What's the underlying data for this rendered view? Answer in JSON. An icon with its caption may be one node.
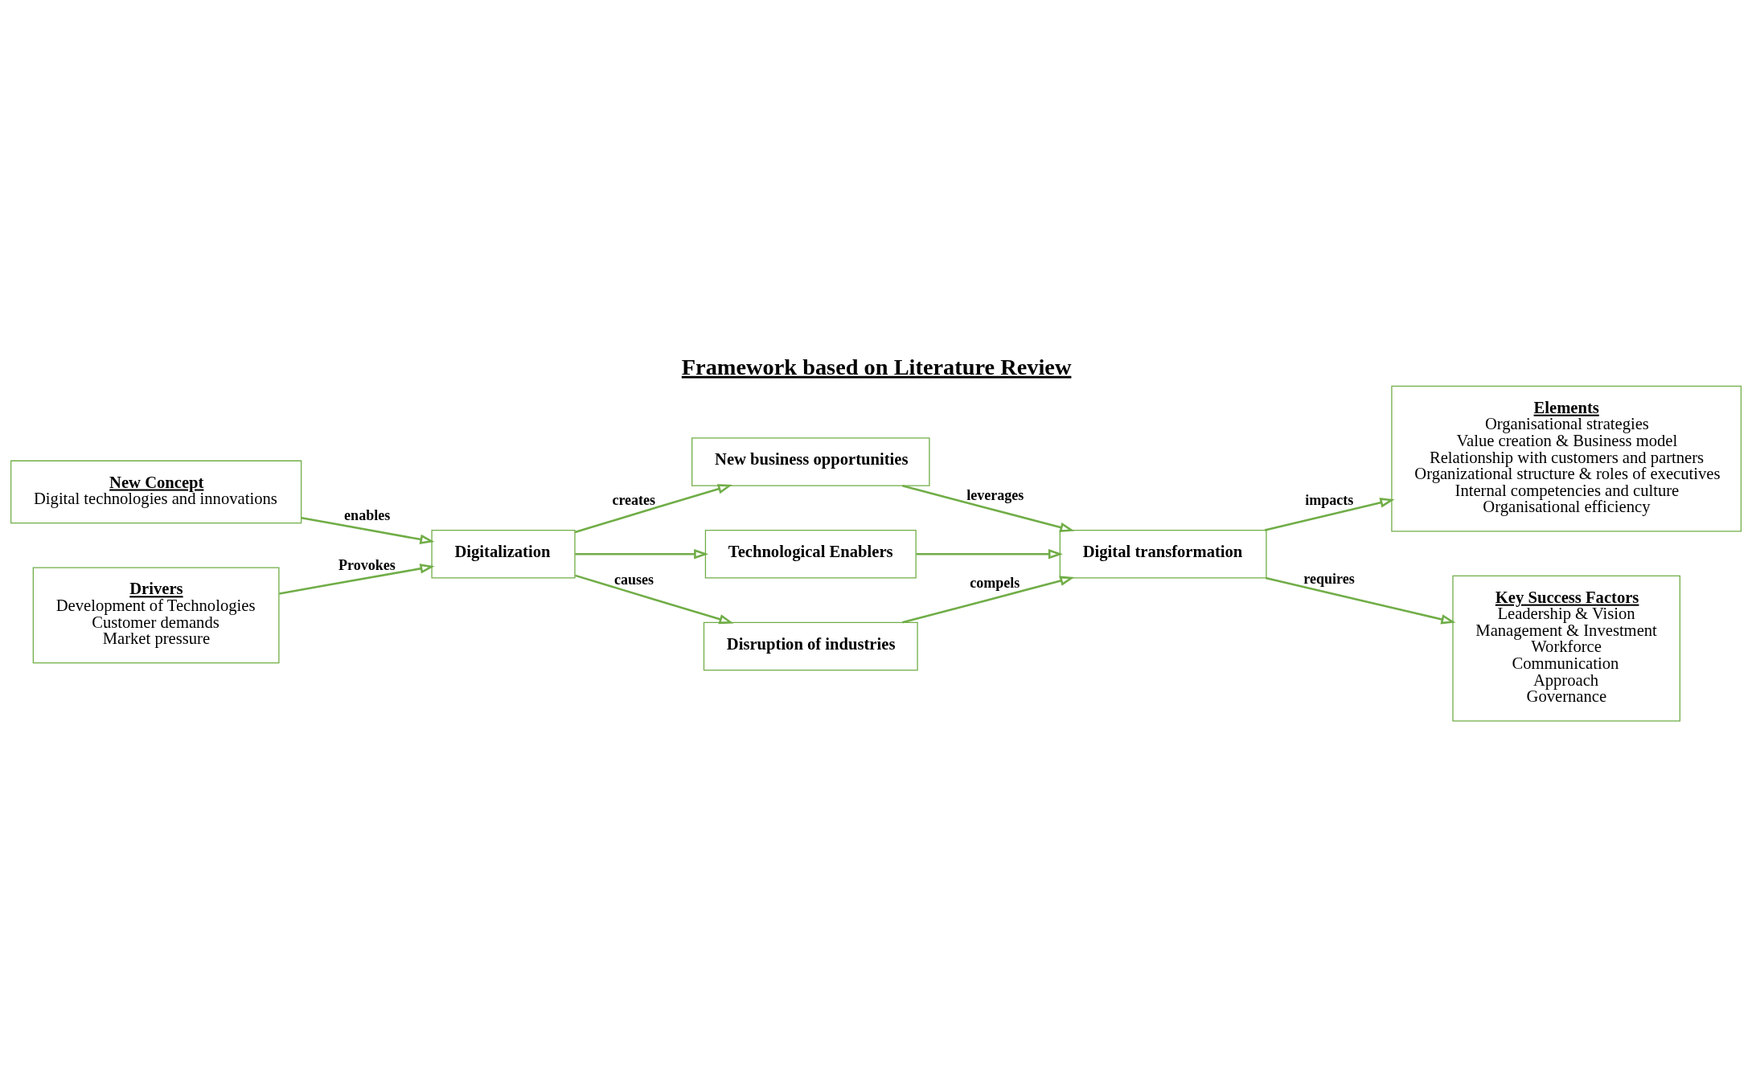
{
  "diagram": {
    "title": "Framework based on Literature Review",
    "nodes": [
      {
        "text": [
          "New Concept",
          "Digital technologies and innovations"
        ]
      },
      {
        "text": [
          "New business opportunities"
        ]
      },
      {
        "text": [
          "Elements",
          "Organisational strategies",
          "Value creation & Business model",
          "Relationship with customers and partners",
          "Organizational structure & roles of executives",
          "Internal competencies and culture",
          "Organisational efficiency"
        ]
      },
      {
        "text": [
          "Digitalization"
        ]
      },
      {
        "text": [
          "Technological Enablers"
        ]
      },
      {
        "text": [
          "Digital transformation"
        ]
      },
      {
        "text": [
          "Drivers",
          "Development of Technologies",
          "Customer demands",
          "Market pressure"
        ]
      },
      {
        "text": [
          "Disruption of industries"
        ]
      },
      {
        "text": [
          "Key Success Factors",
          "Leadership & Vision",
          "Management & Investment",
          "Workforce",
          "Communication",
          "Approach",
          "Governance"
        ]
      }
    ],
    "edges": [
      {
        "from": 0,
        "to": 3,
        "arrow": "to",
        "label": "enables"
      },
      {
        "from": 3,
        "to": 1,
        "arrow": "to",
        "label": "creates"
      },
      {
        "from": 1,
        "to": 5,
        "arrow": "to",
        "label": "leverages"
      },
      {
        "from": 5,
        "to": 2,
        "arrow": "to",
        "label": "impacts"
      },
      {
        "from": 5,
        "to": 8,
        "arrow": "to",
        "label": "requires"
      },
      {
        "from": 6,
        "to": 3,
        "arrow": "to",
        "label": "Provokes"
      },
      {
        "from": 3,
        "to": 7,
        "arrow": "to",
        "label": "causes"
      },
      {
        "from": 7,
        "to": 5,
        "arrow": "to",
        "label": "compels"
      },
      {
        "from": 3,
        "to": 4,
        "arrow": "to"
      },
      {
        "from": 4,
        "to": 5,
        "arrow": "to"
      }
    ]
  }
}
